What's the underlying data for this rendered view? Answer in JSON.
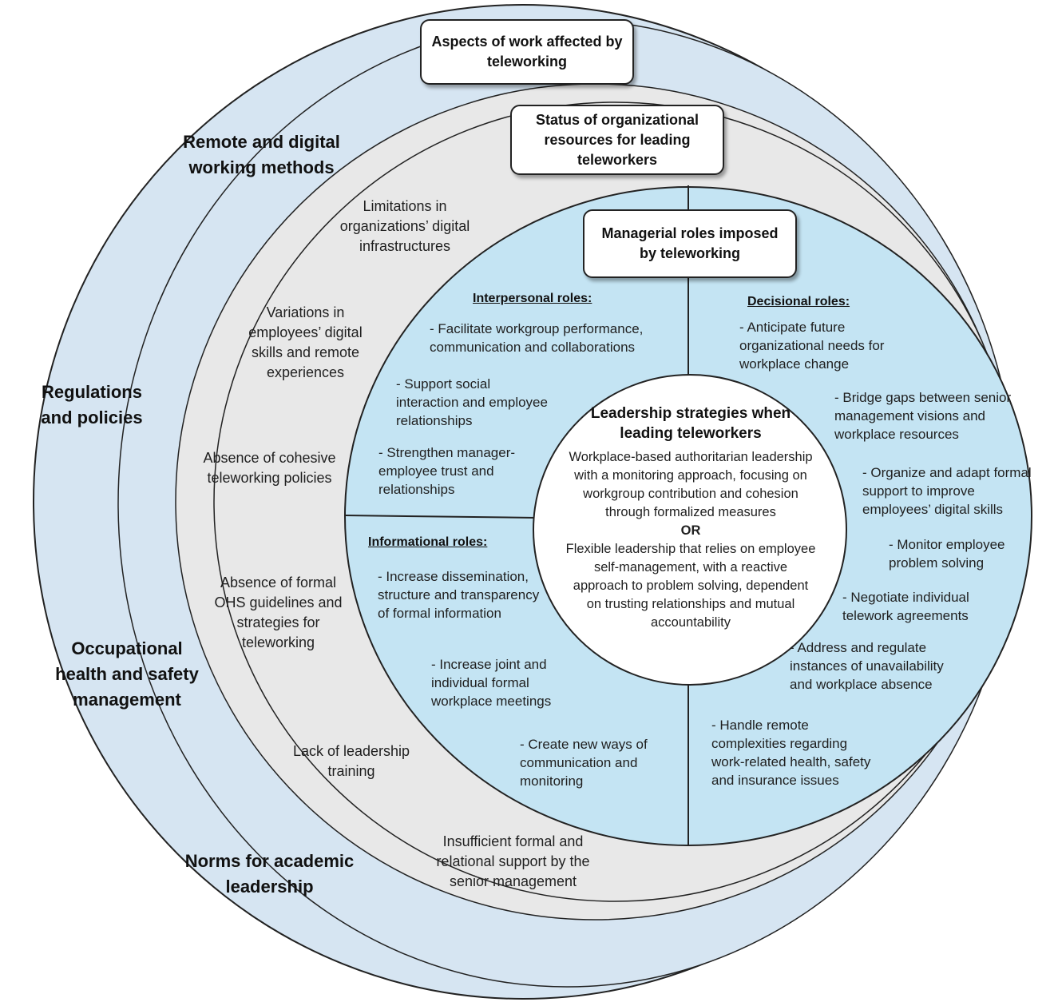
{
  "colors": {
    "outer_fill": "#d6e5f2",
    "middle_fill": "#e8e8e8",
    "inner_fill": "#c4e4f3",
    "center_fill": "#ffffff",
    "stroke": "#222222"
  },
  "boxes": {
    "aspects": "Aspects of work affected by teleworking",
    "status": "Status of organizational resources for leading teleworkers",
    "managerial": "Managerial roles imposed by teleworking"
  },
  "outer_ring": {
    "remote": "Remote and digital working methods",
    "regulations": "Regulations and policies",
    "ohs": "Occupational health and safety management",
    "norms": "Norms for academic leadership"
  },
  "middle_ring": {
    "limitations": "Limitations in organizations’ digital infrastructures",
    "variations": "Variations in employees’ digital skills and remote experiences",
    "absence_policies": "Absence of cohesive teleworking policies",
    "absence_ohs": "Absence of formal OHS guidelines and strategies for teleworking",
    "lack_training": "Lack of leadership training",
    "insufficient": "Insufficient formal and relational support by the senior management"
  },
  "interpersonal": {
    "title": "Interpersonal roles:",
    "items": [
      "- Facilitate workgroup performance, communication and collaborations",
      "- Support social interaction and employee relationships",
      "- Strengthen manager-employee trust and relationships"
    ]
  },
  "informational": {
    "title": "Informational roles:",
    "items": [
      "- Increase dissemination, structure and transparency of formal information",
      "- Increase joint and individual formal workplace meetings",
      "- Create new ways of communication and monitoring"
    ]
  },
  "decisional": {
    "title": "Decisional roles:",
    "items": [
      "- Anticipate future organizational needs for workplace change",
      "- Bridge gaps between senior management visions and workplace resources",
      "- Organize and adapt formal support to improve employees’ digital skills",
      "- Monitor employee problem solving",
      "- Negotiate individual telework agreements",
      "- Address and regulate instances of unavailability and workplace absence",
      "- Handle remote complexities regarding work-related health, safety and insurance issues"
    ]
  },
  "center": {
    "title": "Leadership strategies when leading teleworkers",
    "strategy_a": "Workplace-based authoritarian leadership with a monitoring approach, focusing on workgroup contribution and cohesion through formalized measures",
    "or": "OR",
    "strategy_b": "Flexible leadership that relies on employee self-management, with a reactive approach to problem solving, dependent on trusting relationships and mutual accountability"
  }
}
